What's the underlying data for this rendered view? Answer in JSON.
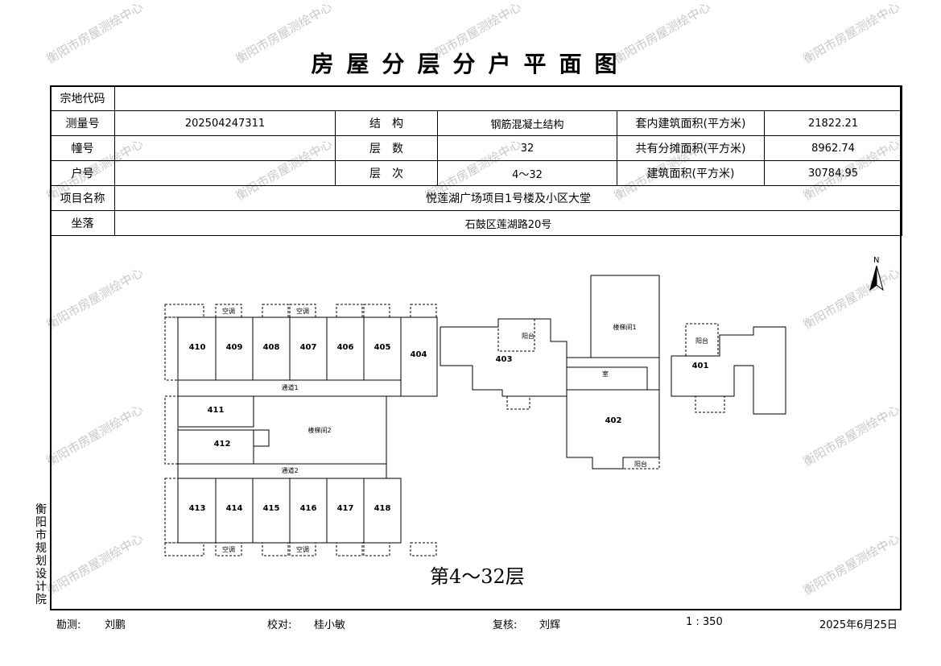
{
  "header": {
    "title": "房屋分层分户平面图"
  },
  "info": {
    "zongdi_label": "宗地代码",
    "zongdi_value": "",
    "celiang_label": "测量号",
    "celiang_value": "202504247311",
    "jiegou_label": "结　构",
    "jiegou_value": "钢筋混凝土结构",
    "taonei_label": "套内建筑面积(平方米)",
    "taonei_value": "21822.21",
    "zhuang_label": "幢号",
    "zhuang_value": "",
    "cengshu_label": "层　数",
    "cengshu_value": "32",
    "gongyou_label": "共有分摊面积(平方米)",
    "gongyou_value": "8962.74",
    "hu_label": "户号",
    "hu_value": "",
    "cengci_label": "层　次",
    "cengci_value": "4～32",
    "jianzhu_label": "建筑面积(平方米)",
    "jianzhu_value": "30784.95",
    "xiangmu_label": "项目名称",
    "xiangmu_value": "悦莲湖广场项目1号楼及小区大堂",
    "zuoluo_label": "坐落",
    "zuoluo_value": "石鼓区莲湖路20号"
  },
  "watermark": "衡阳市房屋测绘中心",
  "side_text": [
    "衡",
    "阳",
    "市",
    "规",
    "划",
    "设",
    "计",
    "院"
  ],
  "plan": {
    "floor_label": "第4～32层",
    "north": "N",
    "units_top": [
      "410",
      "409",
      "408",
      "407",
      "406",
      "405",
      "404"
    ],
    "units_bottom": [
      "413",
      "414",
      "415",
      "416",
      "417",
      "418"
    ],
    "unit_411": "411",
    "unit_412": "412",
    "unit_403": "403",
    "unit_402": "402",
    "unit_401": "401",
    "stair1": "楼梯间1",
    "stair2": "楼梯间2",
    "corridor1": "通道1",
    "corridor2": "通道2",
    "balcony": "阳台",
    "ac": "空调",
    "hall": "室"
  },
  "footer": {
    "kance_label": "勘测:",
    "kance_name": "刘鹏",
    "jiaodui_label": "校对:",
    "jiaodui_name": "桂小敏",
    "fuhe_label": "复核:",
    "fuhe_name": "刘辉",
    "scale": "1 : 350",
    "date": "2025年6月25日"
  }
}
